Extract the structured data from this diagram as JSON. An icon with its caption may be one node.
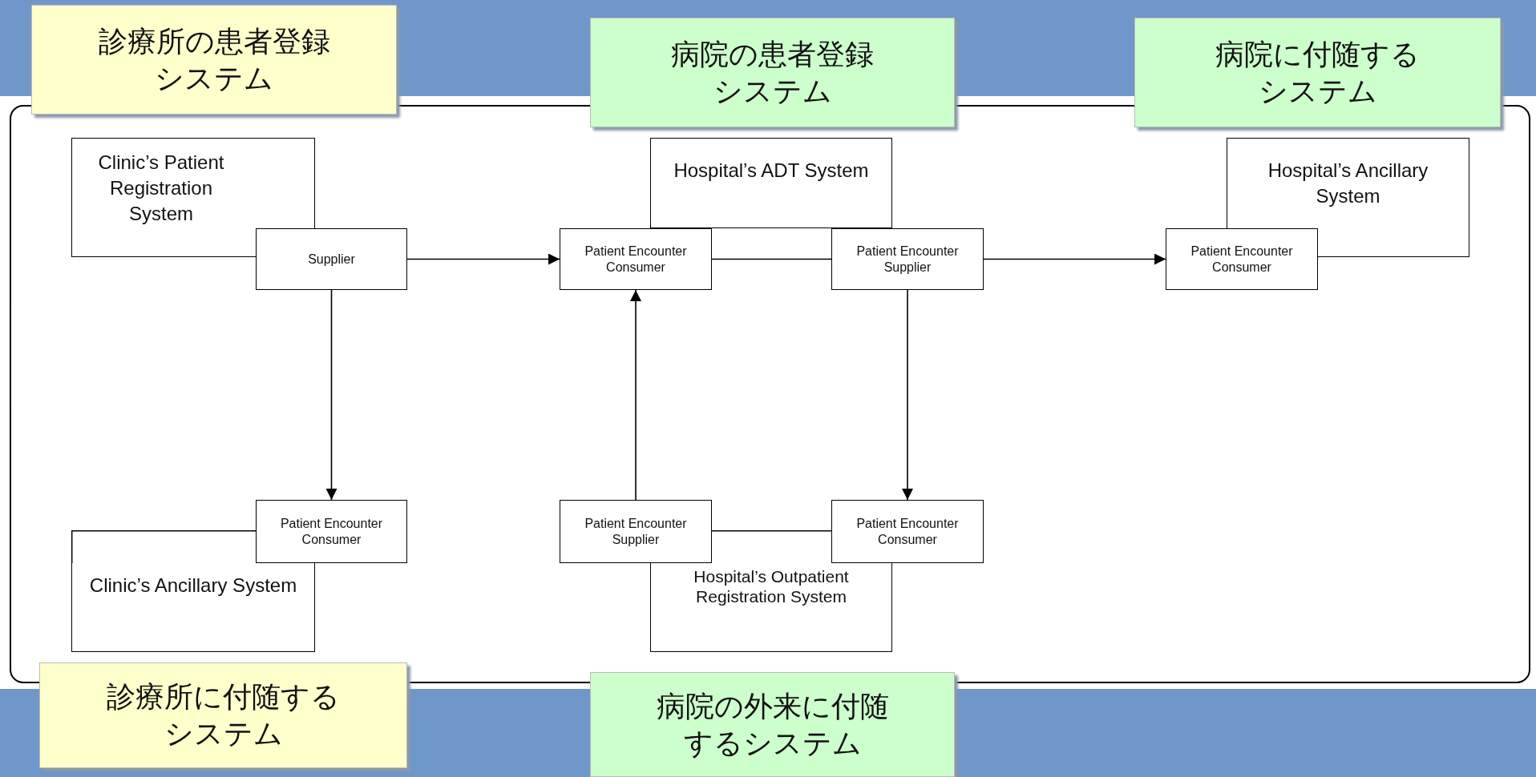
{
  "diagram": {
    "nodes": [
      {
        "text": [
          "診療所の患者登録システム"
        ]
      },
      {
        "text": [
          "病院の患者登録システム"
        ]
      },
      {
        "text": [
          "病院に付随するシステム"
        ]
      },
      {
        "text": [
          "Clinic’s Patient Registration System"
        ]
      },
      {
        "text": [
          "Supplier"
        ]
      },
      {
        "text": [
          "Hospital’s ADT System"
        ]
      },
      {
        "text": [
          "Patient Encounter Consumer"
        ]
      },
      {
        "text": [
          "Patient Encounter Supplier"
        ]
      },
      {
        "text": [
          "Hospital’s Ancillary System"
        ]
      },
      {
        "text": [
          "Patient Encounter Consumer"
        ]
      },
      {
        "text": [
          "Patient Encounter Consumer"
        ]
      },
      {
        "text": [
          "Clinic’s Ancillary System"
        ]
      },
      {
        "text": [
          "Patient Encounter Supplier"
        ]
      },
      {
        "text": [
          "Hospital’s Outpatient Registration System"
        ]
      },
      {
        "text": [
          "Patient Encounter Consumer"
        ]
      },
      {
        "text": [
          "診療所に付随するシステム"
        ]
      },
      {
        "text": [
          "病院の外来に付随するシステム"
        ]
      }
    ],
    "edges": [
      {
        "from": 4,
        "to": 6,
        "arrow": "to"
      },
      {
        "from": 4,
        "to": 10,
        "arrow": "to"
      },
      {
        "from": 12,
        "to": 6,
        "arrow": "to"
      },
      {
        "from": 6,
        "to": 7,
        "arrow": "none"
      },
      {
        "from": 7,
        "to": 9,
        "arrow": "to"
      },
      {
        "from": 7,
        "to": 14,
        "arrow": "to"
      }
    ]
  }
}
